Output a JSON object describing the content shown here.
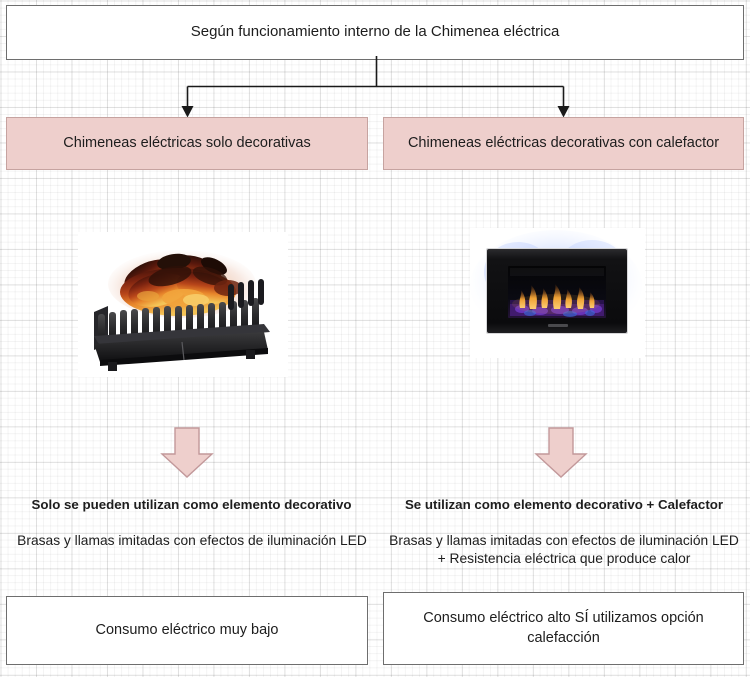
{
  "diagram": {
    "title": "Según funcionamiento interno de la Chimenea eléctrica",
    "branches": [
      {
        "category": "Chimeneas eléctricas solo decorativas",
        "image_alt": "electric-fireplace-log-basket-photo",
        "heading": "Solo se pueden utilizan como elemento decorativo",
        "description": "Brasas y llamas imitadas con efectos de iluminación LED",
        "outcome": "Consumo eléctrico muy bajo"
      },
      {
        "category": "Chimeneas eléctricas decorativas con calefactor",
        "image_alt": "wall-mounted-electric-fireplace-photo",
        "heading": "Se utilizan como elemento decorativo + Calefactor",
        "description": "Brasas y llamas imitadas con efectos de iluminación LED + Resistencia eléctrica que produce calor",
        "outcome": "Consumo eléctrico alto SÍ utilizamos opción calefacción"
      }
    ],
    "colors": {
      "category_fill": "#eecfcc",
      "category_border": "#c6a3a0",
      "box_border": "#6e6e6e",
      "arrow_fill": "#eecfcc",
      "arrow_border": "#c2989a",
      "connector_stroke": "#1a1a1a",
      "grid_line": "#e8e8e8",
      "page_background": "#ffffff"
    },
    "icons": {
      "connector": "branch-connector-arrows",
      "down_arrow": "down-arrow-icon"
    }
  }
}
